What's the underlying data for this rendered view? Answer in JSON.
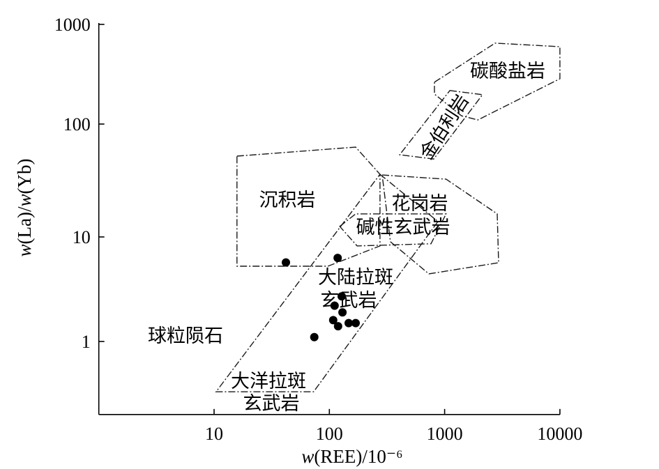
{
  "chart_data": {
    "type": "scatter",
    "scale": {
      "x": "log",
      "y": "log"
    },
    "xlabel": "w(REE)/10⁻⁶",
    "ylabel": "w(La)/w(Yb)",
    "xlim": [
      1,
      10000
    ],
    "ylim": [
      0.2,
      1000
    ],
    "x_ticks": {
      "values": [
        10,
        100,
        1000,
        10000
      ],
      "labels": [
        "10",
        "100",
        "1000",
        "10000"
      ]
    },
    "y_ticks": {
      "values": [
        1,
        10,
        100,
        1000
      ],
      "labels": [
        "1",
        "10",
        "100",
        "1000"
      ]
    },
    "grid": false,
    "series": [
      {
        "x": [
          42,
          118,
          128,
          111,
          130,
          108,
          119,
          147,
          169,
          74
        ],
        "y": [
          5.7,
          6.3,
          2.7,
          2.2,
          1.9,
          1.6,
          1.4,
          1.5,
          1.5,
          1.1
        ],
        "color": "#000000"
      }
    ],
    "fields": [
      {
        "label": [
          "碳酸盐岩"
        ],
        "vertices": [
          [
            816,
            263
          ],
          [
            2740,
            648
          ],
          [
            10000,
            597
          ],
          [
            10000,
            285
          ],
          [
            1940,
            110
          ],
          [
            1400,
            121
          ],
          [
            816,
            200
          ]
        ]
      },
      {
        "label": [
          "金伯利岩"
        ],
        "vertices": [
          [
            1110,
            217
          ],
          [
            2130,
            197
          ],
          [
            804,
            49
          ],
          [
            407,
            53.5
          ]
        ]
      },
      {
        "label": [
          "沉积岩"
        ],
        "vertices": [
          [
            15.8,
            52
          ],
          [
            169,
            62.5
          ],
          [
            275,
            35.9
          ],
          [
            275,
            8.2
          ],
          [
            97,
            5.25
          ],
          [
            15.8,
            5.25
          ]
        ]
      },
      {
        "label": [
          "花岗岩"
        ],
        "vertices": [
          [
            287,
            35.4
          ],
          [
            1030,
            32.5
          ],
          [
            2860,
            16
          ],
          [
            2940,
            5.67
          ],
          [
            730,
            4.43
          ],
          [
            339,
            9
          ]
        ]
      },
      {
        "label": [
          "碱性玄武岩"
        ],
        "vertices": [
          [
            123,
            12.4
          ],
          [
            169,
            16
          ],
          [
            1030,
            16
          ],
          [
            761,
            8.6
          ],
          [
            174,
            8.2
          ]
        ]
      },
      {
        "label": [
          "大陆拉斑",
          "玄武岩"
        ],
        "vertices": [
          [
            275,
            35.9
          ],
          [
            875,
            13.7
          ],
          [
            73,
            0.33
          ],
          [
            10.4,
            0.33
          ]
        ]
      },
      {
        "label": [
          "大洋拉斑",
          "玄武岩"
        ]
      },
      {
        "label": [
          "球粒陨石"
        ]
      }
    ]
  }
}
